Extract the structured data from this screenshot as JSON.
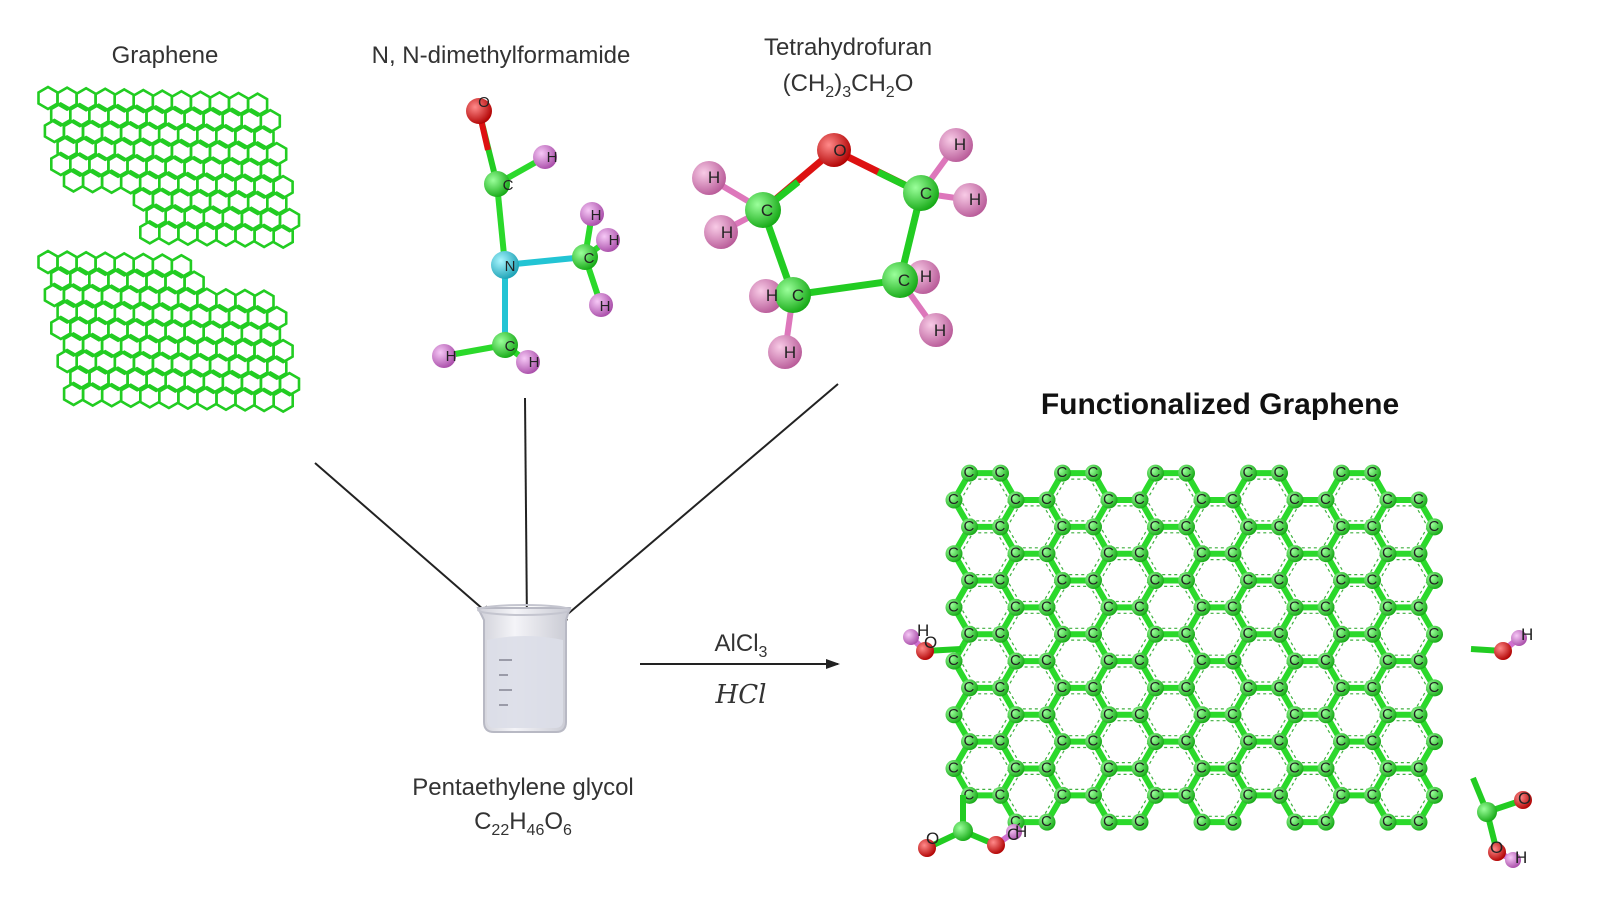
{
  "labels": {
    "graphene": "Graphene",
    "dmf": "N, N-dimethylformamide",
    "thf_name": "Tetrahydrofuran",
    "thf_formula": {
      "a": "(CH",
      "s1": "2",
      "b": ")",
      "s2": "3",
      "c": "CH",
      "s3": "2",
      "d": "O"
    },
    "peg_name": "Pentaethylene glycol",
    "peg_formula": {
      "a": "C",
      "s1": "22",
      "b": "H",
      "s2": "46",
      "c": "O",
      "s3": "6"
    },
    "catalyst_top": {
      "a": "AlCl",
      "s1": "3"
    },
    "catalyst_bottom": "HCl",
    "product": "Functionalized Graphene"
  },
  "atoms": {
    "C": "C",
    "H": "H",
    "N": "N",
    "O": "O"
  },
  "colors": {
    "carbon": "#22cc22",
    "carbon_bond": "#2bd92b",
    "hydrogen": "#d070d0",
    "hydrogen_thf": "#dd77bb",
    "nitrogen": "#22c4d4",
    "oxygen": "#dd1111",
    "arrow": "#222222",
    "beaker_glass": "#e6e6ec",
    "beaker_liquid": "#d9dbe6"
  }
}
